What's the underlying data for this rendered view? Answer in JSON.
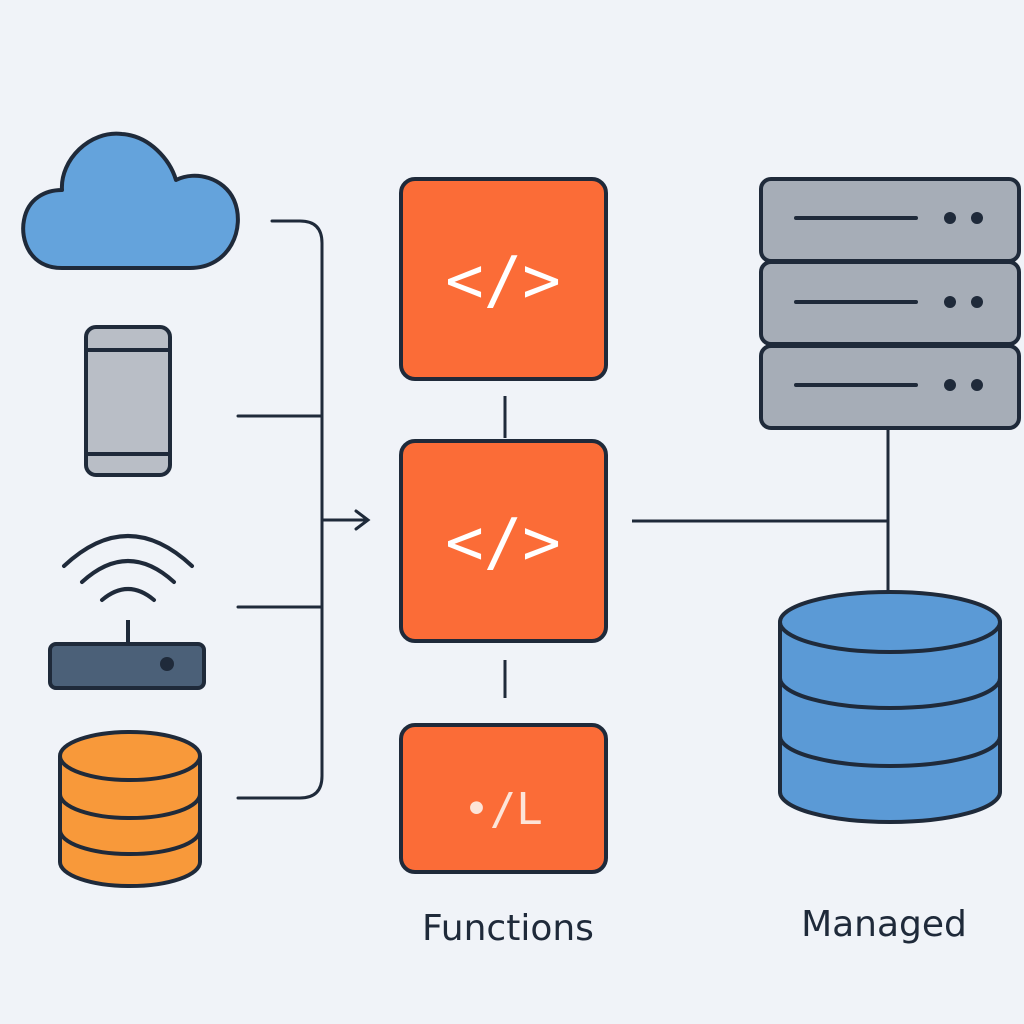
{
  "labels": {
    "functions": "Functions",
    "managed": "Managed"
  },
  "function_blocks": [
    {
      "glyph": "</>"
    },
    {
      "glyph": "</>"
    },
    {
      "glyph": "•/L"
    }
  ],
  "colors": {
    "background": "#f0f3f8",
    "outline": "#1f2a3a",
    "function_orange": "#fb6c37",
    "cloud_blue": "#64a3dc",
    "database_blue": "#5b9ad6",
    "database_orange": "#f8993a",
    "server_gray": "#a6adb7",
    "phone_gray": "#b9bec6",
    "router_slate": "#4b6078"
  },
  "icons": {
    "cloud": "cloud-icon",
    "phone": "mobile-phone-icon",
    "router": "wifi-router-icon",
    "source_database": "database-icon",
    "server_rack": "server-rack-icon",
    "managed_database": "database-icon"
  }
}
